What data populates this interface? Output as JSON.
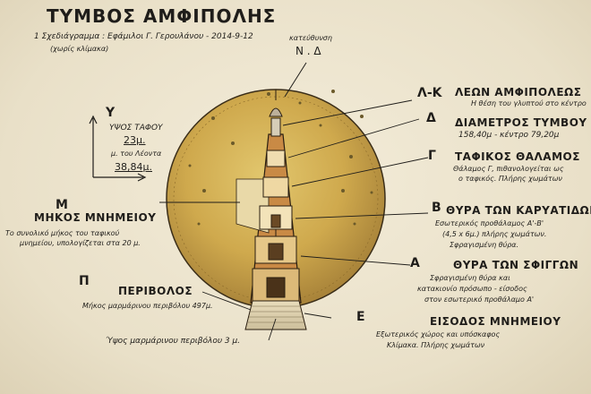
{
  "title": "ΤΥΜΒΟΣ ΑΜΦΙΠΟΛΗΣ",
  "subtitle": "1 Σχεδιάγραμμα : Εφάμιλοι Γ. Γερουλάνου - 2014-9-12",
  "subtitle_note": "(χωρίς κλίμακα)",
  "north": {
    "label": "κατεύθυνση",
    "value": "Ν . Δ"
  },
  "height": {
    "axis": "Υ",
    "label": "ΥΨΟΣ ΤΑΦΟΥ",
    "value": "23μ.",
    "note": "μ. του Λέοντα",
    "value2": "38,84μ."
  },
  "left_items": [
    {
      "letter": "Μ",
      "title": "ΜΗΚΟΣ ΜΝΗΜΕΙΟΥ",
      "desc": [
        "Το συνολικό μήκος του ταφικού",
        "μνημείου, υπολογίζεται στα  20 μ."
      ]
    },
    {
      "letter": "Π",
      "title": "ΠΕΡΙΒΟΛΟΣ",
      "desc": [
        "Μήκος μαρμάρινου περιβόλου  497μ."
      ]
    },
    {
      "letter": "",
      "title": "",
      "desc": [
        "Ύψος μαρμάρινου περιβόλου  3 μ."
      ]
    }
  ],
  "right_items": [
    {
      "letter": "Λ-Κ",
      "title": "ΛΕΩΝ ΑΜΦΙΠΟΛΕΩΣ",
      "desc": [
        "Η θέση του γλυπτού στο κέντρο"
      ]
    },
    {
      "letter": "Δ",
      "title": "ΔΙΑΜΕΤΡΟΣ ΤΥΜΒΟΥ",
      "desc": [
        "158,40μ - κέντρο 79,20μ"
      ]
    },
    {
      "letter": "Γ",
      "title": "ΤΑΦΙΚΟΣ ΘΑΛΑΜΟΣ",
      "desc": [
        "Θάλαμος Γ, πιθανολογείται ως",
        "ο ταφικός. Πλήρης χωμάτων"
      ]
    },
    {
      "letter": "Β",
      "title": "ΘΥΡΑ ΤΩΝ ΚΑΡΥΑΤΙΔΩΝ",
      "desc": [
        "Εσωτερικός προθάλαμος Α'-Β'",
        "(4,5 x 6μ.) πλήρης χωμάτων.",
        "Σφραγισμένη θύρα."
      ]
    },
    {
      "letter": "Α",
      "title": "ΘΥΡΑ ΤΩΝ ΣΦΙΓΓΩΝ",
      "desc": [
        "Σφραγισμένη θύρα και",
        "κατακιονίο πρόσωπο - είσοδος",
        "στον εσωτερικό προθάλαμο Α'"
      ]
    },
    {
      "letter": "Ε",
      "title": "ΕΙΣΟΔΟΣ ΜΝΗΜΕΙΟΥ",
      "desc": [
        "Εξωτερικός χώρος και υπόσκαφος",
        "Κλίμακα. Πλήρης χωμάτων"
      ]
    }
  ],
  "colors": {
    "mound": "#c9a64a",
    "ink": "#1f1d1a",
    "paper": "#ece4cf",
    "tomb": "#b07a3c"
  }
}
